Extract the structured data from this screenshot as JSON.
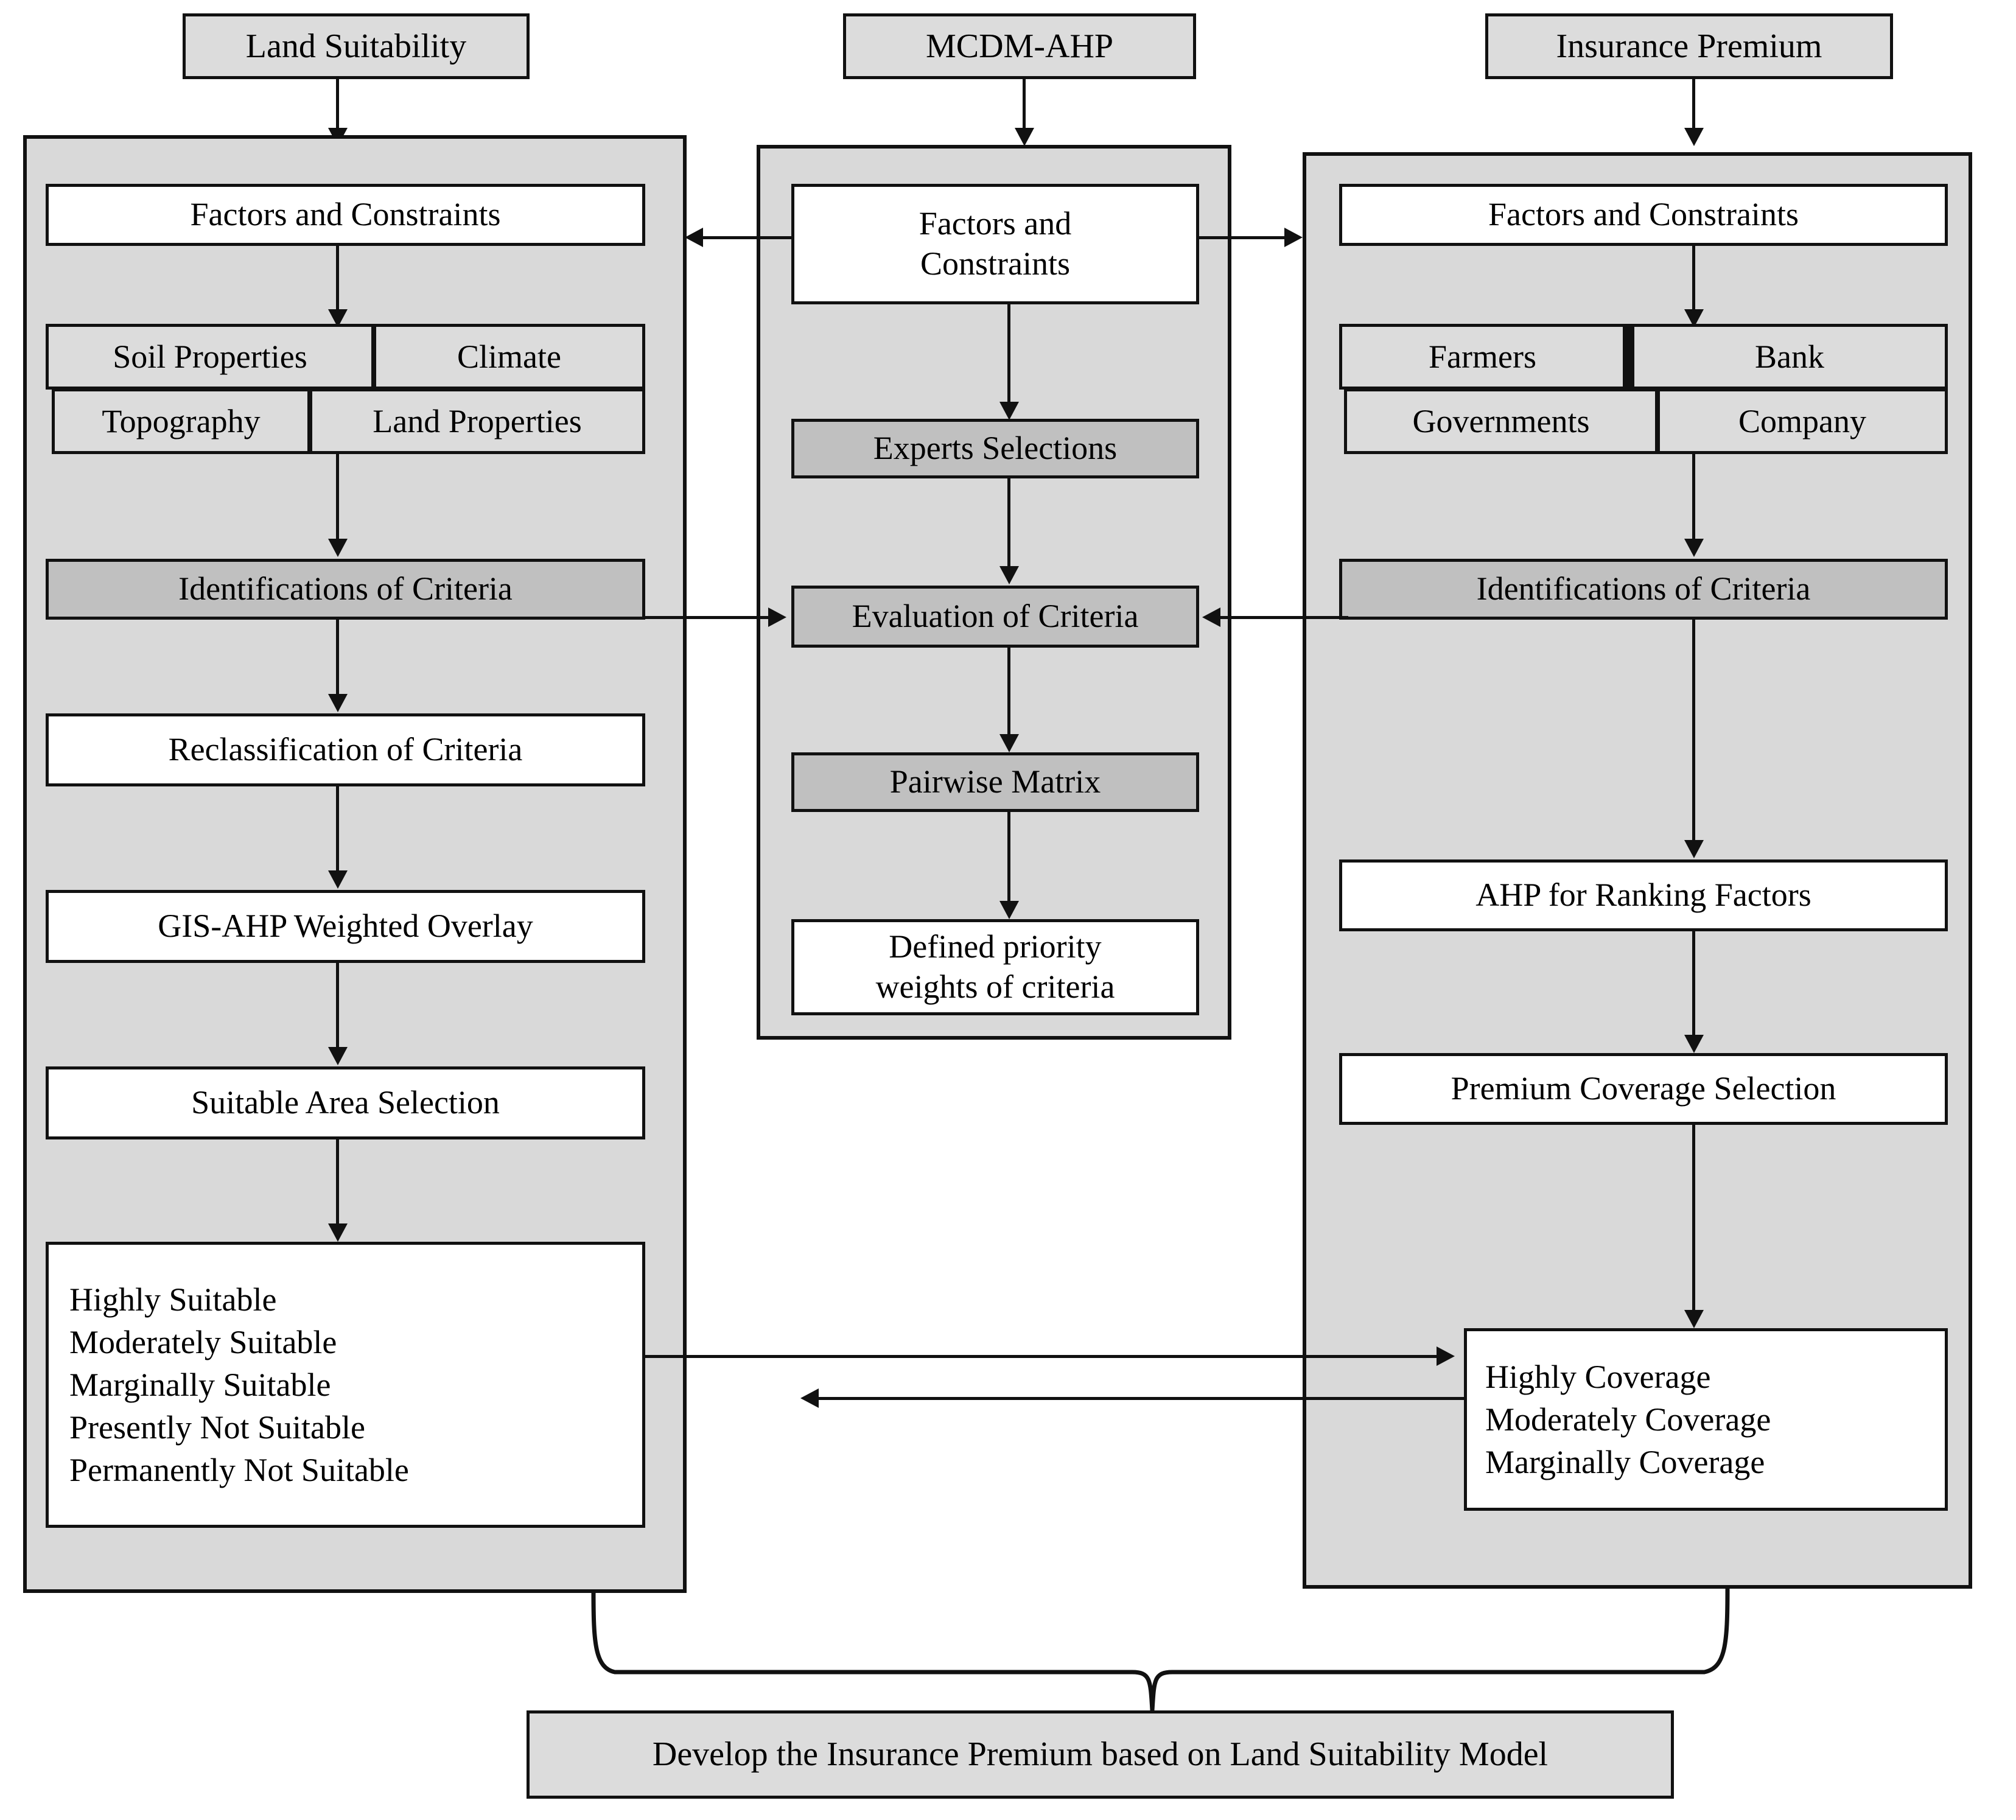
{
  "diagram": {
    "title_left": "Land Suitability",
    "title_middle": "MCDM-AHP",
    "title_right": "Insurance Premium",
    "colors": {
      "panel_fill": "#d9d9d9",
      "node_white": "#ffffff",
      "node_light": "#dcdcdc",
      "node_highlight": "#c0c0c0",
      "stroke": "#111111"
    }
  },
  "left_column": {
    "header": "Land Suitability",
    "factors": "Factors and Constraints",
    "grid": [
      "Soil Properties",
      "Climate",
      "Topography",
      "Land Properties"
    ],
    "identifications": "Identifications of Criteria",
    "reclassification": "Reclassification of Criteria",
    "overlay": "GIS-AHP Weighted Overlay",
    "selection": "Suitable Area Selection",
    "outcomes": [
      "Highly Suitable",
      "Moderately Suitable",
      "Marginally Suitable",
      "Presently Not Suitable",
      "Permanently Not Suitable"
    ]
  },
  "middle_column": {
    "header": "MCDM-AHP",
    "factors_line1": "Factors and",
    "factors_line2": "Constraints",
    "experts": "Experts Selections",
    "evaluation": "Evaluation of Criteria",
    "pairwise": "Pairwise Matrix",
    "weights_line1": "Defined priority",
    "weights_line2": "weights of criteria"
  },
  "right_column": {
    "header": "Insurance Premium",
    "factors": "Factors and Constraints",
    "grid": [
      "Farmers",
      "Bank",
      "Governments",
      "Company"
    ],
    "identifications": "Identifications of Criteria",
    "ahp_ranking": "AHP for Ranking Factors",
    "premium_coverage": "Premium Coverage Selection",
    "outcomes": [
      "Highly Coverage",
      "Moderately Coverage",
      "Marginally Coverage"
    ]
  },
  "footer": {
    "result": "Develop the Insurance Premium based on Land Suitability Model"
  }
}
